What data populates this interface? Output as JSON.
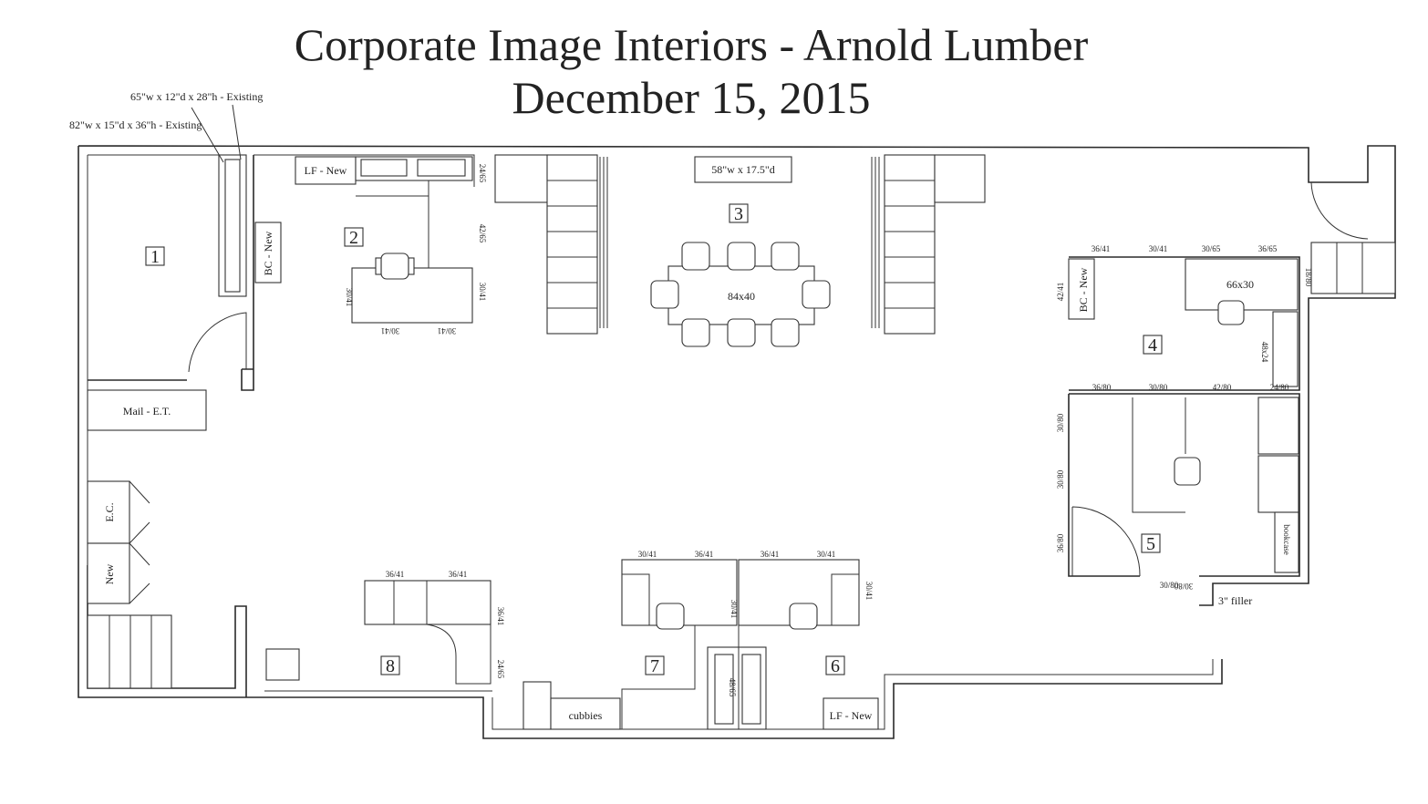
{
  "title": {
    "line1": "Corporate Image Interiors - Arnold Lumber",
    "line2": "December 15, 2015"
  },
  "annotations": {
    "existing_1": "65\"w x 12\"d x 28\"h - Existing",
    "existing_2": "82\"w x 15\"d x 36\"h - Existing",
    "filler": "3\" filler"
  },
  "rooms": {
    "r1": "1",
    "r2": "2",
    "r3": "3",
    "r4": "4",
    "r5": "5",
    "r6": "6",
    "r7": "7",
    "r8": "8"
  },
  "labels": {
    "bc_new_2": "BC - New",
    "lf_new_2": "LF - New",
    "credenza_3": "58\"w x 17.5\"d",
    "table_3": "84x40",
    "mail": "Mail - E.T.",
    "ec": "E.C.",
    "new": "New",
    "bc_new_4": "BC - New",
    "desk_4": "66x30",
    "file_4": "48x24",
    "bookcase_5": "bookcase",
    "lf_new_6": "LF - New",
    "cubbies": "cubbies"
  },
  "dims": {
    "r2": {
      "a": "24/65",
      "b": "42/65",
      "c": "30/41",
      "d": "30/41",
      "e": "30/41",
      "f": "30/41"
    },
    "r4": {
      "a": "36/41",
      "b": "30/41",
      "c": "30/65",
      "d": "36/65",
      "e": "42/41",
      "f": "18/80"
    },
    "r5": {
      "a": "36/80",
      "b": "30/80",
      "c": "42/80",
      "d": "24/80",
      "e": "30/80",
      "f": "30/80",
      "g": "36/80",
      "h": "30/80",
      "i": "30/80"
    },
    "r7": {
      "a": "30/41",
      "b": "36/41",
      "c": "30/41",
      "d": "48/65"
    },
    "r6": {
      "a": "36/41",
      "b": "30/41",
      "c": "30/41"
    },
    "r8": {
      "a": "36/41",
      "b": "36/41",
      "c": "36/41",
      "d": "24/65"
    }
  }
}
